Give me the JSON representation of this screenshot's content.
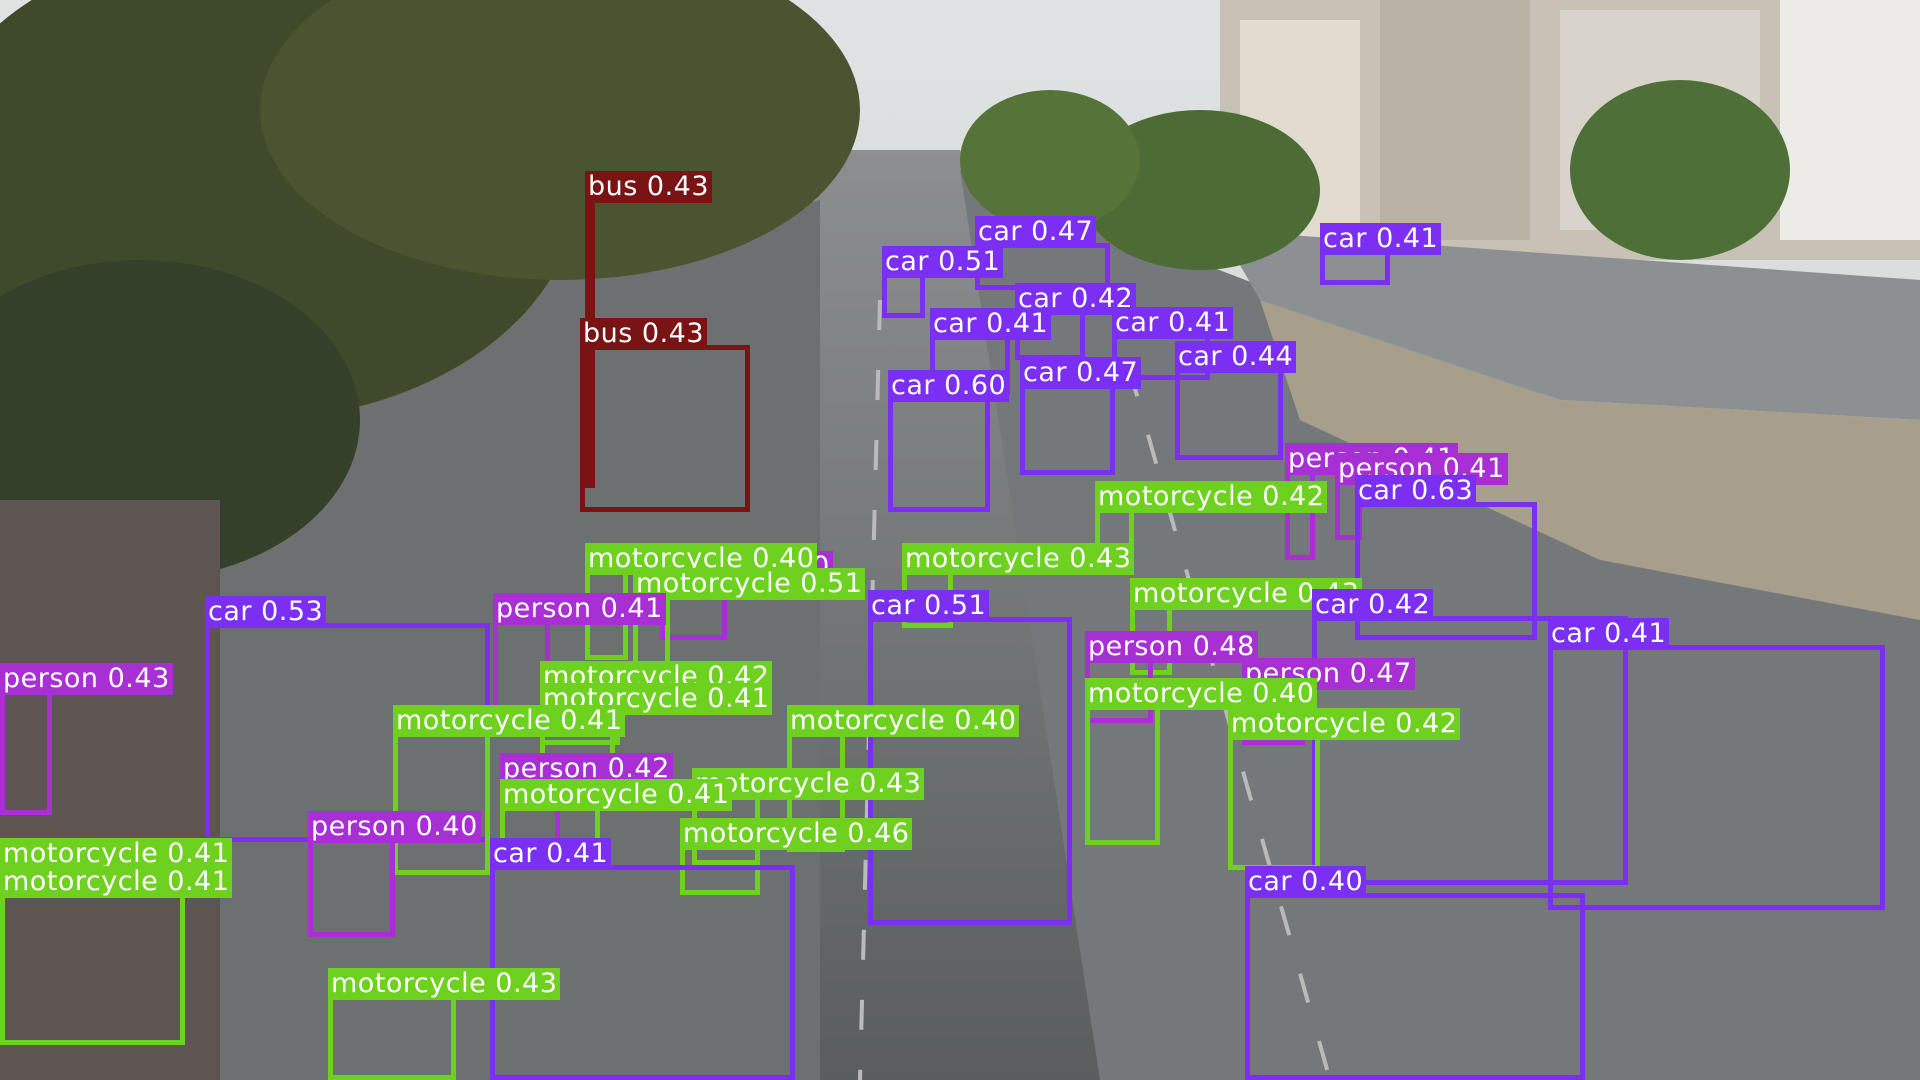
{
  "classes": {
    "car": {
      "color": "#7b2ff2",
      "text": "#ffffff"
    },
    "person": {
      "color": "#a82fd4",
      "text": "#ffffff"
    },
    "motorcycle": {
      "color": "#6ed11f",
      "text": "#ffffff"
    },
    "bus": {
      "color": "#7a1414",
      "text": "#ffffff"
    }
  },
  "detections": [
    {
      "label": "bus 0.43",
      "cls": "bus"
    },
    {
      "label": "bus 0.43",
      "cls": "bus"
    },
    {
      "label": "car 0.47",
      "cls": "car"
    },
    {
      "label": "car 0.51",
      "cls": "car"
    },
    {
      "label": "car 0.41",
      "cls": "car"
    },
    {
      "label": "car 0.42",
      "cls": "car"
    },
    {
      "label": "car 0.41",
      "cls": "car"
    },
    {
      "label": "car 0.41",
      "cls": "car"
    },
    {
      "label": "car 0.60",
      "cls": "car"
    },
    {
      "label": "car 0.47",
      "cls": "car"
    },
    {
      "label": "car 0.44",
      "cls": "car"
    },
    {
      "label": "person 0.41",
      "cls": "person"
    },
    {
      "label": "person 0.41",
      "cls": "person"
    },
    {
      "label": "car 0.63",
      "cls": "car"
    },
    {
      "label": "motorcycle 0.42",
      "cls": "motorcycle"
    },
    {
      "label": "person 0.40",
      "cls": "person"
    },
    {
      "label": "motorcycle 0.40",
      "cls": "motorcycle"
    },
    {
      "label": "motorcycle 0.51",
      "cls": "motorcycle"
    },
    {
      "label": "motorcycle 0.43",
      "cls": "motorcycle"
    },
    {
      "label": "car 0.51",
      "cls": "car"
    },
    {
      "label": "motorcycle 0.43",
      "cls": "motorcycle"
    },
    {
      "label": "car 0.42",
      "cls": "car"
    },
    {
      "label": "car 0.41",
      "cls": "car"
    },
    {
      "label": "car 0.53",
      "cls": "car"
    },
    {
      "label": "person 0.41",
      "cls": "person"
    },
    {
      "label": "person 0.48",
      "cls": "person"
    },
    {
      "label": "person 0.47",
      "cls": "person"
    },
    {
      "label": "person 0.43",
      "cls": "person"
    },
    {
      "label": "motorcycle 0.42",
      "cls": "motorcycle"
    },
    {
      "label": "motorcycle 0.41",
      "cls": "motorcycle"
    },
    {
      "label": "motorcycle 0.41",
      "cls": "motorcycle"
    },
    {
      "label": "motorcycle 0.40",
      "cls": "motorcycle"
    },
    {
      "label": "motorcycle 0.40",
      "cls": "motorcycle"
    },
    {
      "label": "motorcycle 0.42",
      "cls": "motorcycle"
    },
    {
      "label": "person 0.42",
      "cls": "person"
    },
    {
      "label": "motorcycle 0.43",
      "cls": "motorcycle"
    },
    {
      "label": "motorcycle 0.41",
      "cls": "motorcycle"
    },
    {
      "label": "person 0.40",
      "cls": "person"
    },
    {
      "label": "motorcycle 0.46",
      "cls": "motorcycle"
    },
    {
      "label": "car 0.41",
      "cls": "car"
    },
    {
      "label": "motorcycle 0.41",
      "cls": "motorcycle"
    },
    {
      "label": "motorcycle 0.41",
      "cls": "motorcycle"
    },
    {
      "label": "motorcycle 0.43",
      "cls": "motorcycle"
    },
    {
      "label": "car 0.40",
      "cls": "car"
    }
  ]
}
